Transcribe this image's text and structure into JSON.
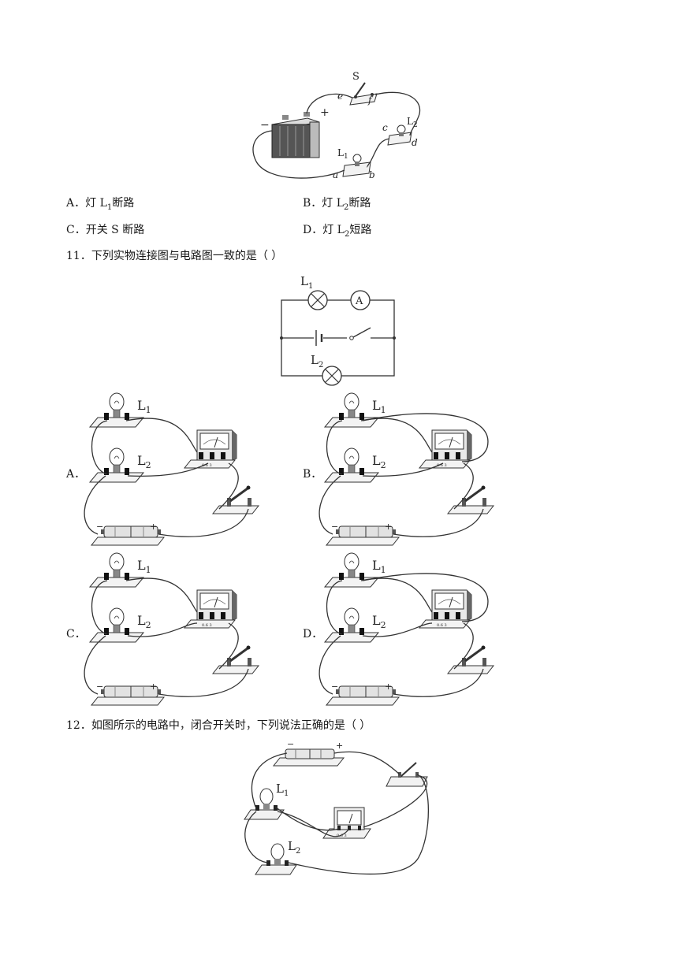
{
  "q10": {
    "figure": {
      "switch_label": "S",
      "plus": "+",
      "minus": "−",
      "terminals": {
        "e": "e",
        "f": "f",
        "c": "c",
        "d": "d",
        "a": "a",
        "b": "b"
      },
      "lamp1": {
        "main": "L",
        "sub": "1"
      },
      "lamp2": {
        "main": "L",
        "sub": "2"
      }
    },
    "options": [
      {
        "letter": "A．",
        "pre": "灯 L",
        "sub": "1",
        "post": "断路"
      },
      {
        "letter": "B．",
        "pre": "灯 L",
        "sub": "2",
        "post": "断路"
      },
      {
        "letter": "C．",
        "pre": "开关 S 断路",
        "sub": "",
        "post": ""
      },
      {
        "letter": "D．",
        "pre": "灯 L",
        "sub": "2",
        "post": "短路"
      }
    ]
  },
  "q11": {
    "number": "11．",
    "stem": "下列实物连接图与电路图一致的是（   ）",
    "schematic": {
      "l1": {
        "main": "L",
        "sub": "1"
      },
      "l2": {
        "main": "L",
        "sub": "2"
      },
      "ammeter": "A"
    },
    "option_letters": [
      "A．",
      "B．",
      "C．",
      "D．"
    ],
    "panel": {
      "l1": {
        "main": "L",
        "sub": "1"
      },
      "l2": {
        "main": "L",
        "sub": "2"
      },
      "plus": "+",
      "minus": "−",
      "meter_scale": "0.6 3"
    }
  },
  "q12": {
    "number": "12．",
    "stem": "如图所示的电路中，闭合开关时，下列说法正确的是（   ）",
    "figure": {
      "l1": {
        "main": "L",
        "sub": "1"
      },
      "l2": {
        "main": "L",
        "sub": "2"
      },
      "plus": "+",
      "minus": "−",
      "meter_scale": "0.6 3"
    }
  }
}
